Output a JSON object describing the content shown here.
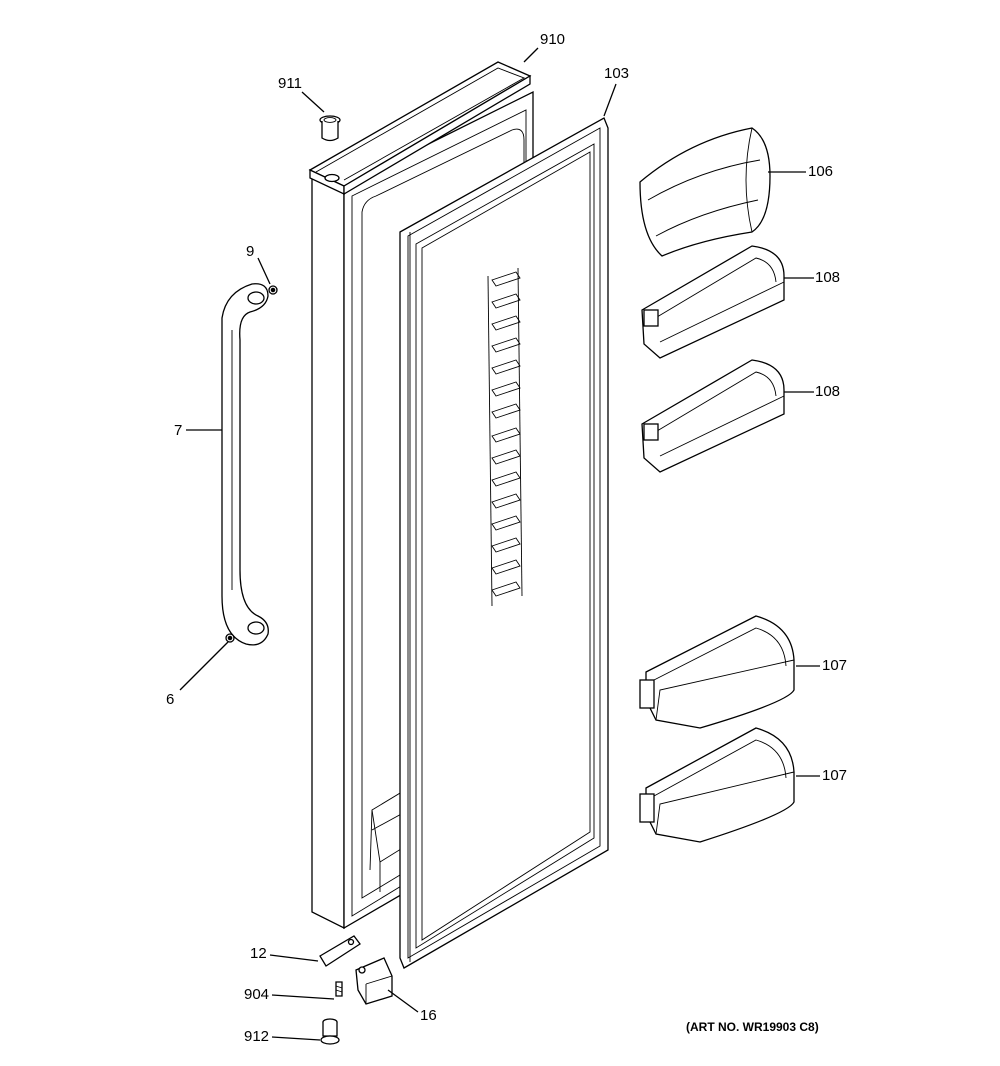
{
  "diagram": {
    "callouts": {
      "c910": "910",
      "c911": "911",
      "c103": "103",
      "c106": "106",
      "c108a": "108",
      "c108b": "108",
      "c9": "9",
      "c7": "7",
      "c6": "6",
      "c107a": "107",
      "c107b": "107",
      "c12": "12",
      "c904": "904",
      "c16": "16",
      "c912": "912"
    },
    "art_number": "(ART NO. WR19903 C8)"
  }
}
